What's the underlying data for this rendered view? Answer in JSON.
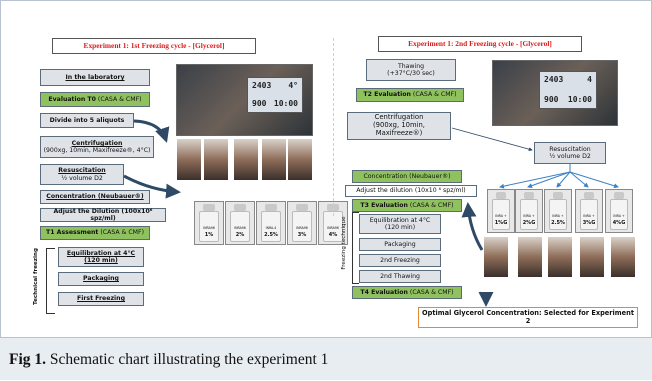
{
  "left": {
    "title": "Experiment 1: 1st Freezing cycle - [Glycerol]",
    "lab": "In the laboratory",
    "eval_t0": {
      "bold": "Evaluation T0",
      "rest": " (CASA & CMF)"
    },
    "divide": "Divide into 5 aliquots",
    "centrif": {
      "bold": "Centrifugation",
      "rest": "(900xg, 10min, Maxifreeze®, 4°C)"
    },
    "resusc": {
      "bold": "Resuscitation",
      "rest": "½ volume D2"
    },
    "conc": {
      "bold": "Concentration (Neubauer®)"
    },
    "adjust": {
      "bold": "Adjust the Dilution (100x10⁶ spz/ml)"
    },
    "t1": {
      "bold": "T1 Assessment",
      "rest": " (CASA & CMF)"
    },
    "tech_label": "Technical freezing",
    "equil": "Equilibration at 4°C (120 min)",
    "pack": "Packaging",
    "first": "First Freezing",
    "display": {
      "top_left": "2403",
      "top_right": "4°",
      "bot_left": "900",
      "bot_right": "10:00"
    },
    "vials": [
      {
        "tag": "INRA96",
        "pct": "1%"
      },
      {
        "tag": "INRA96",
        "pct": "2%"
      },
      {
        "tag": "INRA-4",
        "pct": "2.5%"
      },
      {
        "tag": "INRA96",
        "pct": "3%"
      },
      {
        "tag": "INRA96",
        "pct": "4%"
      }
    ]
  },
  "right": {
    "title": "Experiment 1: 2nd Freezing cycle - [Glycerol]",
    "thaw": {
      "line1": "Thawing",
      "line2": "(+37°C/30 sec)"
    },
    "t2": {
      "bold": "T2 Evaluation",
      "rest": " (CASA & CMF)"
    },
    "centrif": {
      "line1": "Centrifugation",
      "line2": "(900xg, 10min, Maxifreeze®)"
    },
    "resusc": {
      "line1": "Resuscitation",
      "line2": "½ volume D2"
    },
    "conc": "Concentration (Neubauer®)",
    "adjust": "Adjust the dilution (10x10 ⁶ spz/ml)",
    "t3": {
      "bold": "T3 Evaluation",
      "rest": " (CASA & CMF)"
    },
    "freeze_label": "Freezing technique",
    "equil": "Equilibration at 4°C (120 min)",
    "pack": "Packaging",
    "second_freeze": "2nd Freezing",
    "second_thaw": "2nd Thawing",
    "t4": {
      "bold": "T4 Evaluation",
      "rest": " (CASA & CMF)"
    },
    "optimal": "Optimal Glycerol Concentration: Selected for Experiment 2",
    "display": {
      "top_left": "2403",
      "top_right": "4",
      "bot_left": "900",
      "bot_right": "10:00"
    },
    "vials": [
      {
        "tag": "INRA +",
        "pct": "1%G"
      },
      {
        "tag": "INRA +",
        "pct": "2%G"
      },
      {
        "tag": "INRA +",
        "pct": "2.5%"
      },
      {
        "tag": "INRA +",
        "pct": "3%G"
      },
      {
        "tag": "INRA +",
        "pct": "4%G"
      }
    ]
  },
  "caption": {
    "bold": "Fig 1.",
    "rest": " Schematic chart illustrating the experiment 1"
  }
}
